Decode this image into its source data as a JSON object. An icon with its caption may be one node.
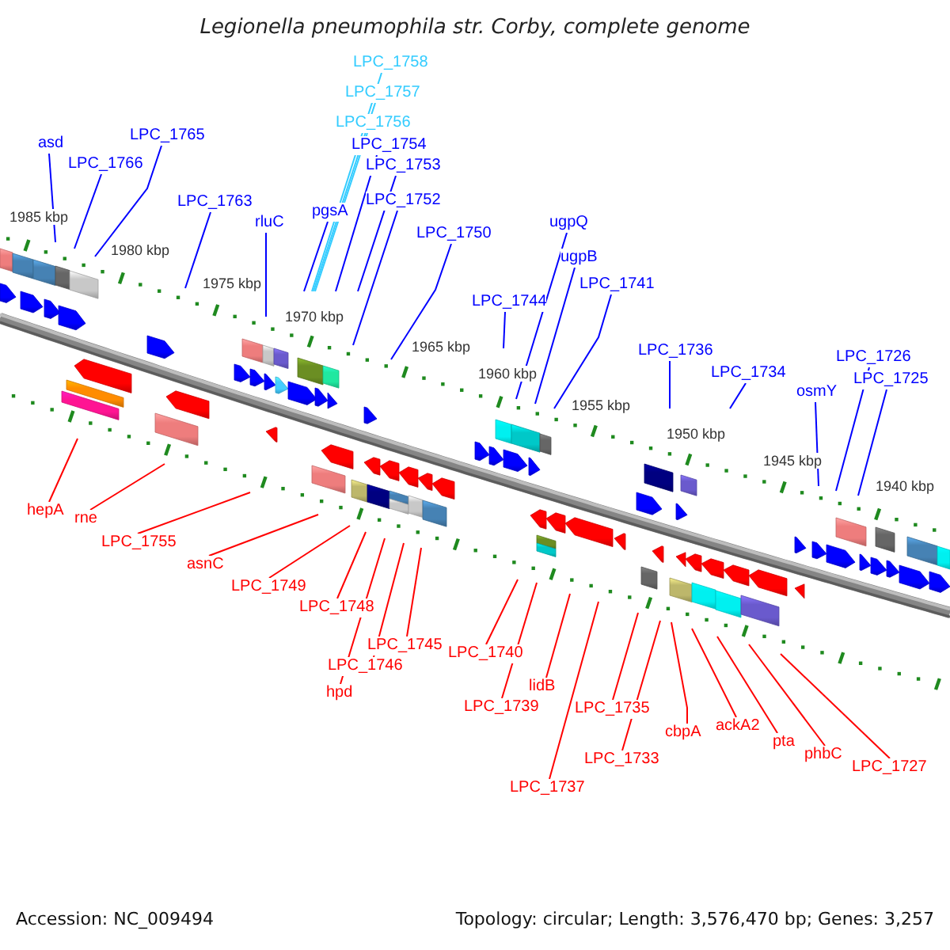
{
  "diagram": {
    "title": "Legionella pneumophila str. Corby, complete genome",
    "nodes": [
      {
        "text": [
          "asd"
        ]
      },
      {
        "text": [
          "LPC_1766"
        ]
      },
      {
        "text": [
          "LPC_1765"
        ]
      },
      {
        "text": [
          "LPC_1763"
        ]
      },
      {
        "text": [
          "rluC"
        ]
      },
      {
        "text": [
          "pgsA"
        ]
      },
      {
        "text": [
          "LPC_1758"
        ]
      },
      {
        "text": [
          "LPC_1757"
        ]
      },
      {
        "text": [
          "LPC_1756"
        ]
      },
      {
        "text": [
          "LPC_1754"
        ]
      },
      {
        "text": [
          "LPC_1753"
        ]
      },
      {
        "text": [
          "LPC_1752"
        ]
      },
      {
        "text": [
          "LPC_1750"
        ]
      },
      {
        "text": [
          "LPC_1744"
        ]
      },
      {
        "text": [
          "ugpQ"
        ]
      },
      {
        "text": [
          "ugpB"
        ]
      },
      {
        "text": [
          "LPC_1741"
        ]
      },
      {
        "text": [
          "LPC_1736"
        ]
      },
      {
        "text": [
          "LPC_1734"
        ]
      },
      {
        "text": [
          "osmY"
        ]
      },
      {
        "text": [
          "LPC_1726"
        ]
      },
      {
        "text": [
          "LPC_1725"
        ]
      },
      {
        "text": [
          "hepA"
        ]
      },
      {
        "text": [
          "rne"
        ]
      },
      {
        "text": [
          "LPC_1755"
        ]
      },
      {
        "text": [
          "asnC"
        ]
      },
      {
        "text": [
          "LPC_1749"
        ]
      },
      {
        "text": [
          "LPC_1748"
        ]
      },
      {
        "text": [
          "hpd"
        ]
      },
      {
        "text": [
          "LPC_1746"
        ]
      },
      {
        "text": [
          "LPC_1745"
        ]
      },
      {
        "text": [
          "LPC_1740"
        ]
      },
      {
        "text": [
          "LPC_1739"
        ]
      },
      {
        "text": [
          "lidB"
        ]
      },
      {
        "text": [
          "LPC_1737"
        ]
      },
      {
        "text": [
          "LPC_1735"
        ]
      },
      {
        "text": [
          "LPC_1733"
        ]
      },
      {
        "text": [
          "cbpA"
        ]
      },
      {
        "text": [
          "ackA2"
        ]
      },
      {
        "text": [
          "pta"
        ]
      },
      {
        "text": [
          "phbC"
        ]
      },
      {
        "text": [
          "LPC_1727"
        ]
      }
    ],
    "edges": [
      {
        "from": 0,
        "to": null,
        "arrow": "none",
        "color": "#0000ff"
      },
      {
        "from": 1,
        "to": null,
        "arrow": "none",
        "color": "#0000ff"
      },
      {
        "from": 2,
        "to": null,
        "arrow": "none",
        "color": "#0000ff"
      },
      {
        "from": 3,
        "to": null,
        "arrow": "none",
        "color": "#0000ff"
      },
      {
        "from": 4,
        "to": null,
        "arrow": "none",
        "color": "#0000ff"
      },
      {
        "from": 5,
        "to": null,
        "arrow": "none",
        "color": "#0000ff"
      },
      {
        "from": 6,
        "to": null,
        "arrow": "none",
        "color": "#33ccff"
      },
      {
        "from": 7,
        "to": null,
        "arrow": "none",
        "color": "#33ccff"
      },
      {
        "from": 8,
        "to": null,
        "arrow": "none",
        "color": "#33ccff"
      },
      {
        "from": 9,
        "to": null,
        "arrow": "none",
        "color": "#0000ff"
      },
      {
        "from": 10,
        "to": null,
        "arrow": "none",
        "color": "#0000ff"
      },
      {
        "from": 11,
        "to": null,
        "arrow": "none",
        "color": "#0000ff"
      },
      {
        "from": 12,
        "to": null,
        "arrow": "none",
        "color": "#0000ff"
      },
      {
        "from": 13,
        "to": null,
        "arrow": "none",
        "color": "#0000ff"
      },
      {
        "from": 14,
        "to": null,
        "arrow": "none",
        "color": "#0000ff"
      },
      {
        "from": 15,
        "to": null,
        "arrow": "none",
        "color": "#0000ff"
      },
      {
        "from": 16,
        "to": null,
        "arrow": "none",
        "color": "#0000ff"
      },
      {
        "from": 17,
        "to": null,
        "arrow": "none",
        "color": "#0000ff"
      },
      {
        "from": 18,
        "to": null,
        "arrow": "none",
        "color": "#0000ff"
      },
      {
        "from": 19,
        "to": null,
        "arrow": "none",
        "color": "#0000ff"
      },
      {
        "from": 20,
        "to": null,
        "arrow": "none",
        "color": "#0000ff"
      },
      {
        "from": 21,
        "to": null,
        "arrow": "none",
        "color": "#0000ff"
      },
      {
        "from": 22,
        "to": null,
        "arrow": "none"
      },
      {
        "from": 23,
        "to": null,
        "arrow": "none"
      },
      {
        "from": 24,
        "to": null,
        "arrow": "none"
      },
      {
        "from": 25,
        "to": null,
        "arrow": "none"
      },
      {
        "from": 26,
        "to": null,
        "arrow": "none"
      },
      {
        "from": 27,
        "to": null,
        "arrow": "none"
      },
      {
        "from": 28,
        "to": null,
        "arrow": "none"
      },
      {
        "from": 29,
        "to": null,
        "arrow": "none"
      },
      {
        "from": 30,
        "to": null,
        "arrow": "none"
      },
      {
        "from": 31,
        "to": null,
        "arrow": "none"
      },
      {
        "from": 32,
        "to": null,
        "arrow": "none"
      },
      {
        "from": 33,
        "to": null,
        "arrow": "none"
      },
      {
        "from": 34,
        "to": null,
        "arrow": "none"
      },
      {
        "from": 35,
        "to": null,
        "arrow": "none"
      },
      {
        "from": 36,
        "to": null,
        "arrow": "none"
      },
      {
        "from": 37,
        "to": null,
        "arrow": "none"
      },
      {
        "from": 38,
        "to": null,
        "arrow": "none"
      },
      {
        "from": 39,
        "to": null,
        "arrow": "none"
      },
      {
        "from": 40,
        "to": null,
        "arrow": "none"
      },
      {
        "from": 41,
        "to": null,
        "arrow": "none"
      }
    ],
    "labels": [
      "1985 kbp",
      "1980 kbp",
      "1975 kbp",
      "1970 kbp",
      "1965 kbp",
      "1960 kbp",
      "1955 kbp",
      "1950 kbp",
      "1945 kbp",
      "1940 kbp",
      "Accession: NC_009494",
      "Topology: circular; Length: 3,576,470 bp; Genes: 3,257"
    ]
  }
}
